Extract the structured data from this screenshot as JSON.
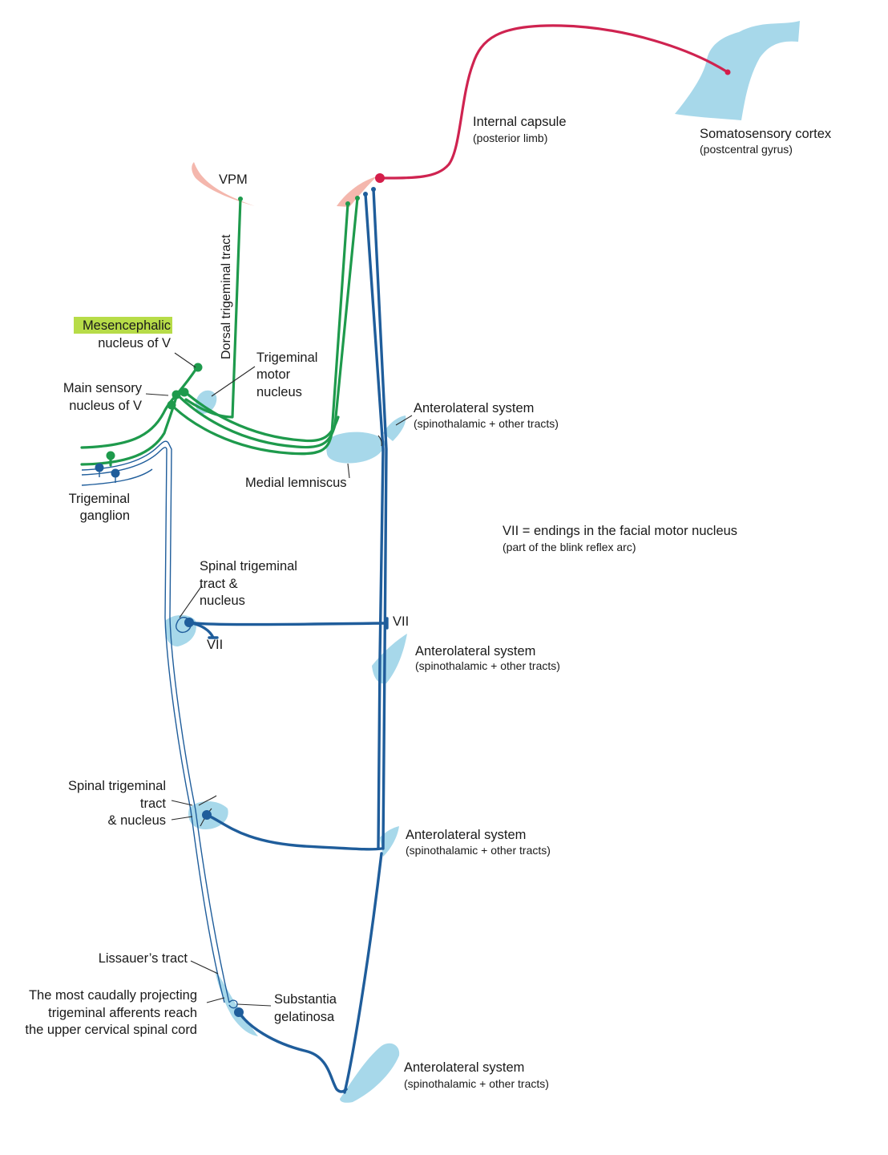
{
  "labels": {
    "somatosensory_cortex": "Somatosensory cortex",
    "postcentral_gyrus": "(postcentral gyrus)",
    "internal_capsule": "Internal capsule",
    "posterior_limb": "(posterior limb)",
    "vpm": "VPM",
    "dorsal_trigeminal_tract": "Dorsal trigeminal tract",
    "mesencephalic_line1": "Mesencephalic",
    "mesencephalic_line2": "nucleus of V",
    "trigeminal_motor_line1": "Trigeminal",
    "trigeminal_motor_line2": "motor",
    "trigeminal_motor_line3": "nucleus",
    "main_sensory_line1": "Main sensory",
    "main_sensory_line2": "nucleus of V",
    "trigeminal_ganglion_line1": "Trigeminal",
    "trigeminal_ganglion_line2": "ganglion",
    "medial_lemniscus": "Medial lemniscus",
    "anterolateral_1": "Anterolateral system",
    "anterolateral_1_sub": "(spinothalamic + other tracts)",
    "vii_note": "VII = endings in the facial motor nucleus",
    "vii_note_sub": "(part of the blink reflex arc)",
    "spinal_trig_1_line1": "Spinal trigeminal",
    "spinal_trig_1_line2": "tract &",
    "spinal_trig_1_line3": "nucleus",
    "vii_left": "VII",
    "vii_right": "VII",
    "anterolateral_2": "Anterolateral system",
    "anterolateral_2_sub": "(spinothalamic + other tracts)",
    "spinal_trig_2_line1": "Spinal trigeminal",
    "spinal_trig_2_line2": "tract",
    "spinal_trig_2_line3": "& nucleus",
    "anterolateral_3": "Anterolateral system",
    "anterolateral_3_sub": "(spinothalamic + other tracts)",
    "lissauer": "Lissauer’s tract",
    "caudal_line1": "The most caudally projecting",
    "caudal_line2": "trigeminal afferents reach",
    "caudal_line3": "the upper cervical spinal cord",
    "substantia_line1": "Substantia",
    "substantia_line2": "gelatinosa",
    "anterolateral_4": "Anterolateral system",
    "anterolateral_4_sub": "(spinothalamic + other tracts)"
  },
  "colors": {
    "green_pathway": "#1e9a4c",
    "blue_pathway": "#1f5d9b",
    "red_pathway": "#cf2350",
    "nucleus_fill": "#a7d8ea",
    "thalamus_fill": "#f4b7ad",
    "highlight": "#b7dc48"
  }
}
